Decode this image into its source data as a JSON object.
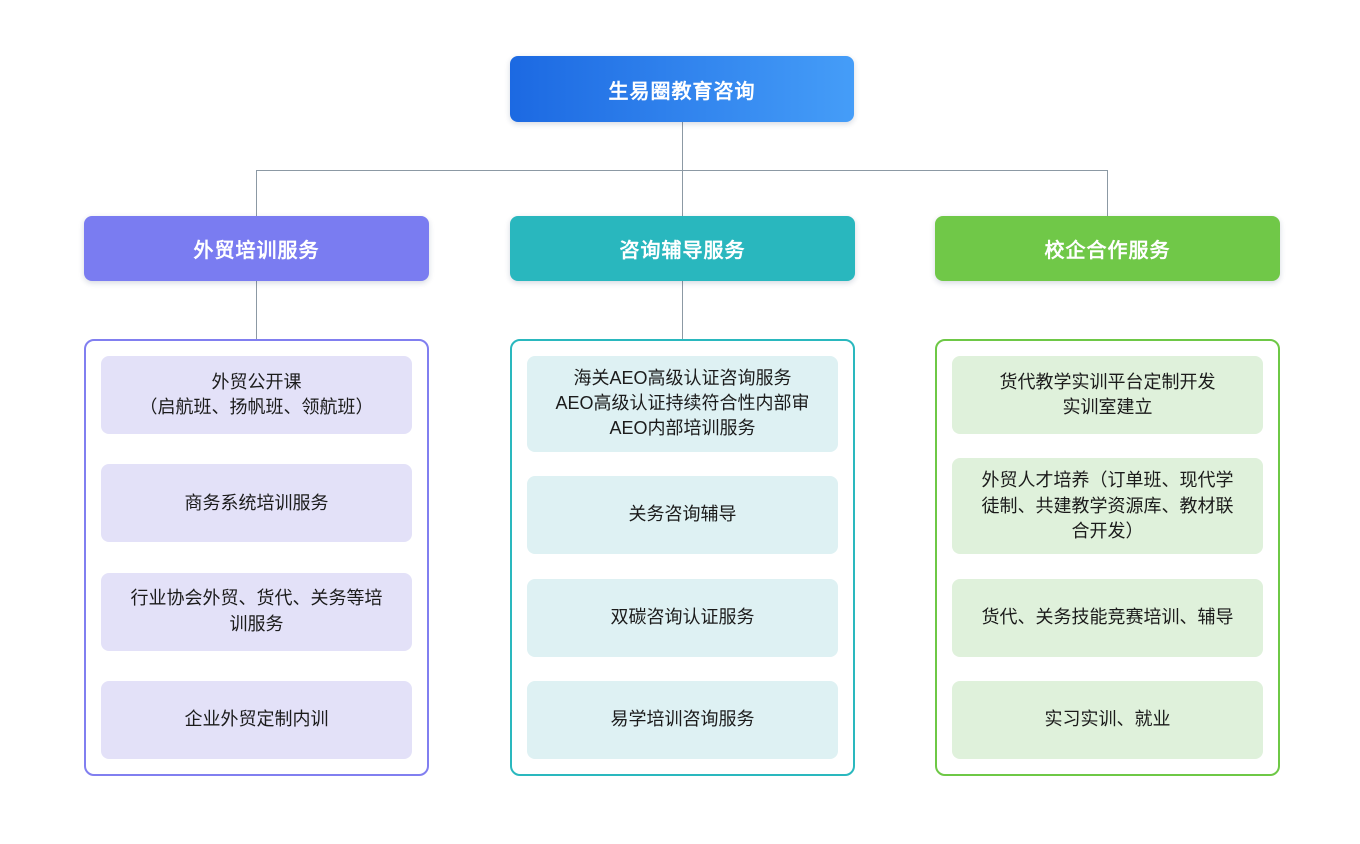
{
  "root": {
    "label": "生易圈教育咨询",
    "color_from": "#1c69e2",
    "color_to": "#459df8"
  },
  "connector_color": "#8c99a4",
  "branches": [
    {
      "label": "外贸培训服务",
      "header_color": "#7a7cf1",
      "panel_border_color": "#817ff0",
      "item_bg": "#e3e1f8",
      "items": [
        "外贸公开课\n（启航班、扬帆班、领航班）",
        "商务系统培训服务",
        "行业协会外贸、货代、关务等培\n训服务",
        "企业外贸定制内训"
      ]
    },
    {
      "label": "咨询辅导服务",
      "header_color": "#29b7be",
      "panel_border_color": "#2ab8be",
      "item_bg": "#def1f3",
      "items": [
        "海关AEO高级认证咨询服务\nAEO高级认证持续符合性内部审\nAEO内部培训服务",
        "关务咨询辅导",
        "双碳咨询认证服务",
        "易学培训咨询服务"
      ]
    },
    {
      "label": "校企合作服务",
      "header_color": "#70c848",
      "panel_border_color": "#6ec846",
      "item_bg": "#dff1db",
      "items": [
        "货代教学实训平台定制开发\n实训室建立",
        "外贸人才培养（订单班、现代学\n徒制、共建教学资源库、教材联\n合开发）",
        "货代、关务技能竞赛培训、辅导",
        "实习实训、就业"
      ]
    }
  ]
}
